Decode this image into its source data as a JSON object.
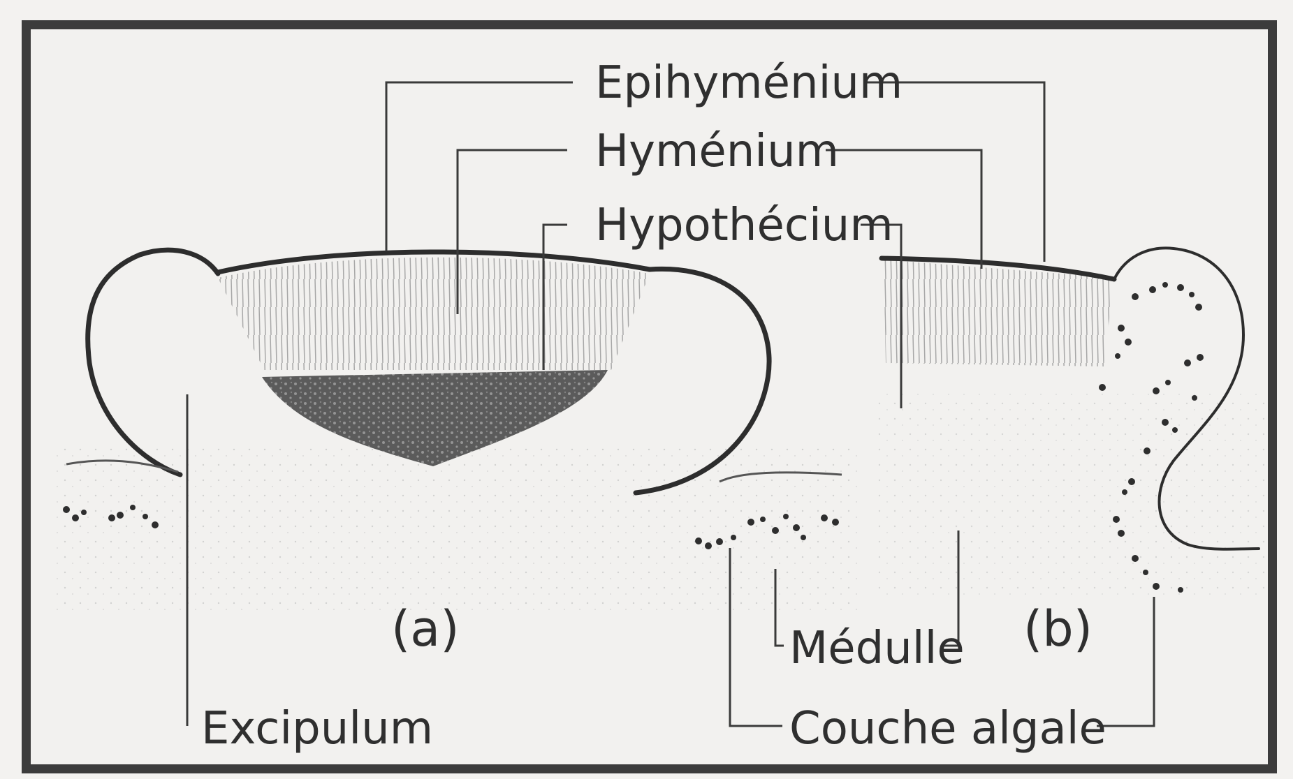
{
  "labels": {
    "epihymenium": "Epihyménium",
    "hymenium": "Hyménium",
    "hypothecium": "Hypothécium",
    "excipulum": "Excipulum",
    "medulle": "Médulle",
    "couche_algale": "Couche algale",
    "panel_a": "(a)",
    "panel_b": "(b)"
  },
  "colors": {
    "frame": "#3c3c3c",
    "background": "#f2f1ef",
    "ink": "#2d2d2d"
  }
}
